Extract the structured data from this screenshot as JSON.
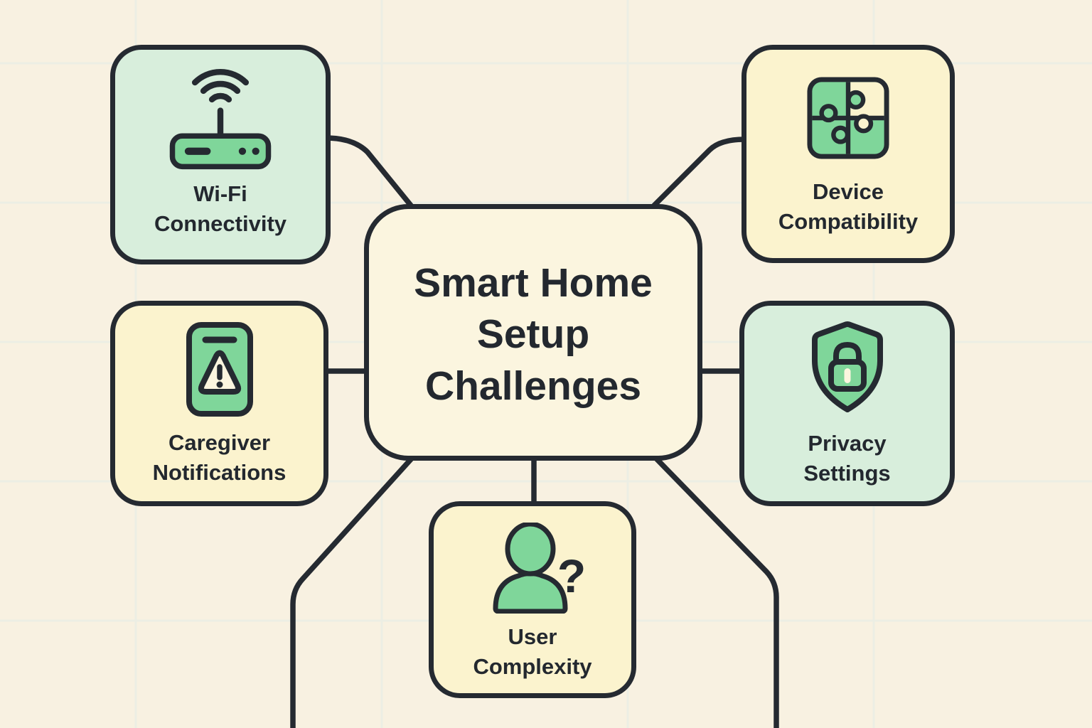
{
  "diagram": {
    "title": "Smart Home Setup Challenges",
    "nodes": [
      {
        "id": "wifi-connectivity",
        "label": "Wi-Fi Connectivity",
        "icon": "wifi-router-icon",
        "tone": "mint"
      },
      {
        "id": "device-compatibility",
        "label": "Device Compatibility",
        "icon": "puzzle-pieces-icon",
        "tone": "yellow"
      },
      {
        "id": "caregiver-notifications",
        "label": "Caregiver Notifications",
        "icon": "phone-alert-icon",
        "tone": "yellow"
      },
      {
        "id": "privacy-settings",
        "label": "Privacy Settings",
        "icon": "shield-lock-icon",
        "tone": "mint"
      },
      {
        "id": "user-complexity",
        "label": "User Complexity",
        "icon": "person-question-icon",
        "tone": "yellow"
      }
    ],
    "icon_glyphs": {
      "question_mark": "?"
    },
    "colors": {
      "background": "#f8f1e1",
      "grid_line": "#eceee4",
      "ink": "#252a31",
      "mint_node": "#d8eedc",
      "yellow_node": "#fbf3ce",
      "cream_node": "#fbf5df",
      "icon_green": "#7fd69a"
    }
  }
}
